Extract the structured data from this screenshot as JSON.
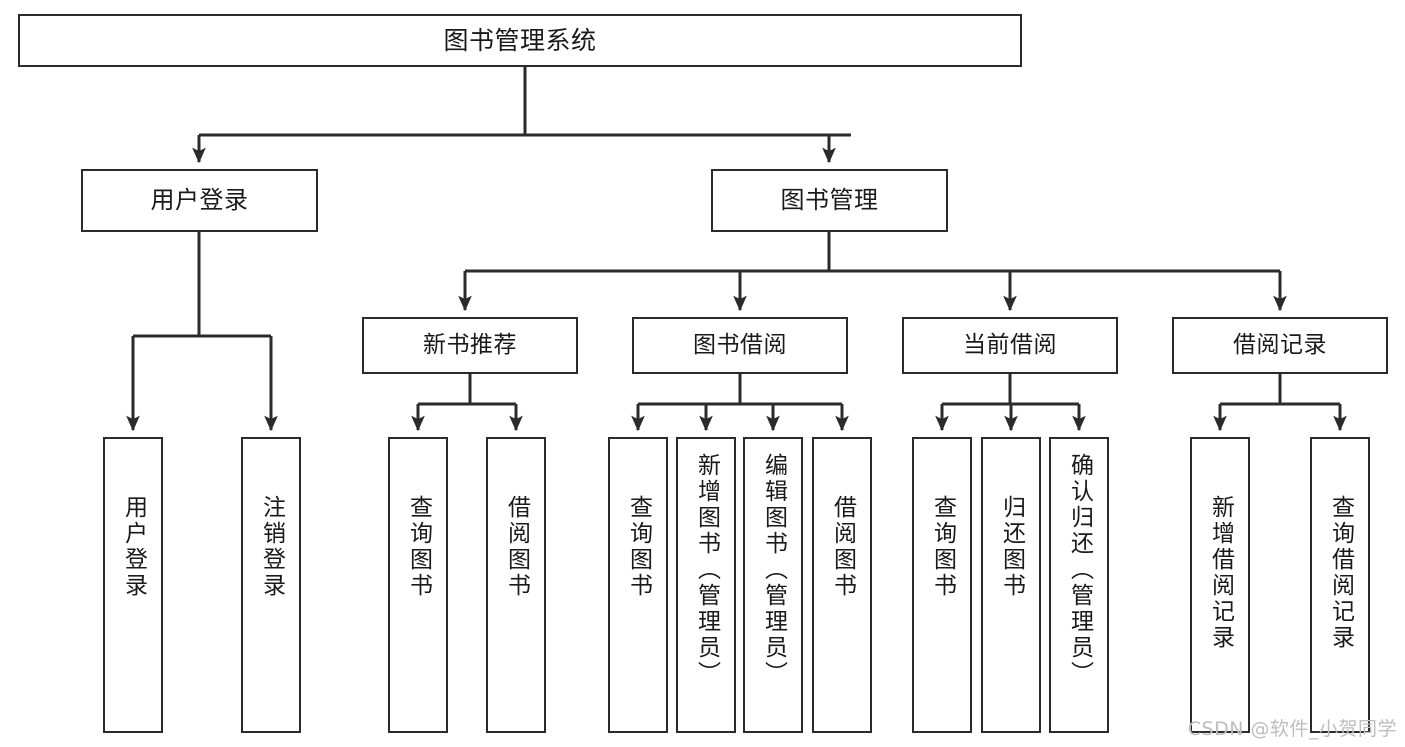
{
  "diagram": {
    "type": "tree-hierarchy",
    "title": "图书管理系统",
    "orientation": "top-down",
    "colors": {
      "box_border": "#2b2b2b",
      "box_fill": "#ffffff",
      "edge": "#2b2b2b",
      "text": "#1a1a1a",
      "watermark": "#bdbdbd",
      "background": "#ffffff"
    },
    "watermark": "CSDN @软件_小贺同学",
    "levels": {
      "root": {
        "label": "图书管理系统"
      },
      "level2": [
        {
          "label": "用户登录"
        },
        {
          "label": "图书管理"
        }
      ],
      "level3": [
        {
          "label": "新书推荐",
          "parent": "图书管理"
        },
        {
          "label": "图书借阅",
          "parent": "图书管理"
        },
        {
          "label": "当前借阅",
          "parent": "图书管理"
        },
        {
          "label": "借阅记录",
          "parent": "图书管理"
        }
      ],
      "leaves": [
        {
          "label": "用户登录",
          "parent": "用户登录"
        },
        {
          "label": "注销登录",
          "parent": "用户登录"
        },
        {
          "label": "查询图书",
          "parent": "新书推荐"
        },
        {
          "label": "借阅图书",
          "parent": "新书推荐"
        },
        {
          "label": "查询图书",
          "parent": "图书借阅"
        },
        {
          "label": "新增图书（管理员）",
          "parent": "图书借阅"
        },
        {
          "label": "编辑图书（管理员）",
          "parent": "图书借阅"
        },
        {
          "label": "借阅图书",
          "parent": "图书借阅"
        },
        {
          "label": "查询图书",
          "parent": "当前借阅"
        },
        {
          "label": "归还图书",
          "parent": "当前借阅"
        },
        {
          "label": "确认归还（管理员）",
          "parent": "当前借阅"
        },
        {
          "label": "新增借阅记录",
          "parent": "借阅记录"
        },
        {
          "label": "查询借阅记录",
          "parent": "借阅记录"
        }
      ]
    }
  }
}
